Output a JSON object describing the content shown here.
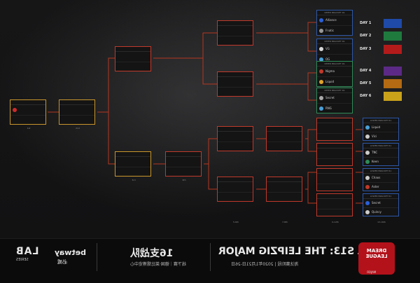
{
  "title": "DL S13: THE LEIPZIG MAJOR",
  "subtitle": "淘汰赛阶段 | 2020年1月21日-26日",
  "side_title": "16支战队",
  "side_subtitle": "线下赛｜德国·莱比锡博览中心",
  "event_logo": "DREAM LEAGUE",
  "event_logo_mark": "MAJOR",
  "sponsor_lab": "LAB",
  "sponsor_lab_sub": "SERIES",
  "sponsor_betway": "betway",
  "sponsor_betway_sub": "必威",
  "days": [
    {
      "label": "DAY 1",
      "color": "#1f4aa8"
    },
    {
      "label": "DAY 2",
      "color": "#1f7a3e"
    },
    {
      "label": "DAY 3",
      "color": "#b31b1b"
    },
    {
      "label": "DAY 4",
      "color": "#5c2a86"
    },
    {
      "label": "DAY 5",
      "color": "#b36a12"
    },
    {
      "label": "DAY 6",
      "color": "#c9a21a"
    }
  ],
  "upper_r1": [
    {
      "header": "UPPER BRACKET R1",
      "team1": "Alliance",
      "team2": "Fnatic",
      "color": "blue"
    },
    {
      "header": "UPPER BRACKET R1",
      "team1": "VG",
      "team2": "OG",
      "color": "blue"
    },
    {
      "header": "UPPER BRACKET R1",
      "team1": "Nigma",
      "team2": "Liquid",
      "color": "green"
    },
    {
      "header": "UPPER BRACKET R1",
      "team1": "Secret",
      "team2": "RNG",
      "color": "green"
    }
  ],
  "lower_r1": [
    {
      "header": "LOWER BRACKET R1",
      "team1": "Liquid",
      "team2": "Vici",
      "color": "blue"
    },
    {
      "header": "LOWER BRACKET R1",
      "team1": "TNC",
      "team2": "Keen",
      "color": "blue"
    },
    {
      "header": "LOWER BRACKET R1",
      "team1": "Chaos",
      "team2": "Aster",
      "color": "blue"
    },
    {
      "header": "LOWER BRACKET R1",
      "team1": "Secret",
      "team2": "Quincy",
      "color": "blue"
    }
  ],
  "labels": {
    "lb_r1": "13-16th",
    "lb_r2": "9-12th",
    "lb_r3": "7-8th",
    "lb_r4": "5-6th",
    "lb_final": "4th",
    "final": "2nd",
    "champion": "1st",
    "lb_semis": "3rd"
  }
}
